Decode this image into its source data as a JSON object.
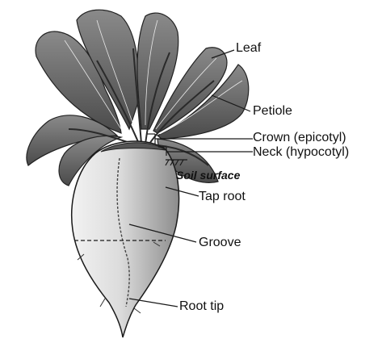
{
  "diagram": {
    "labels": {
      "leaf": "Leaf",
      "petiole": "Petiole",
      "crown": "Crown (epicotyl)",
      "neck": "Neck (hypocotyl)",
      "soil_surface": "Soil surface",
      "tap_root": "Tap root",
      "groove": "Groove",
      "root_tip": "Root tip"
    },
    "colors": {
      "ink": "#1a1a1a",
      "root_fill": "#d9d9d9",
      "leaf_fill": "#6e6e6e",
      "leaf_dark": "#3a3a3a"
    }
  }
}
